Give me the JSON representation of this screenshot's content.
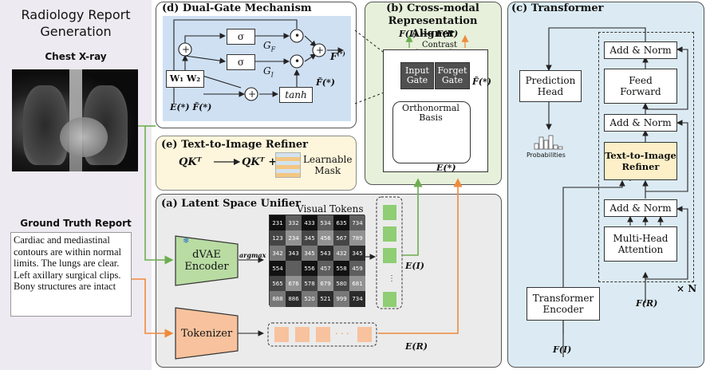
{
  "left": {
    "title_line1": "Radiology Report",
    "title_line2": "Generation",
    "xray_label": "Chest X-ray",
    "gt_label": "Ground Truth Report",
    "gt_text": "Cardiac and mediastinal contours are within normal limits. The lungs are clear. Left axillary surgical clips. Bony structures are intact"
  },
  "panel_d": {
    "title": "(d) Dual-Gate Mechanism",
    "sigma1": "σ",
    "sigma2": "σ",
    "gf": "G",
    "gf_sub": "F",
    "gi": "G",
    "gi_sub": "I",
    "w_label": "W₁ W₂",
    "tanh": "tanh",
    "out_f": "F",
    "out_sup": "(*)",
    "inputs": "E(*) F̃(*)",
    "ftilde": "F̃(*)"
  },
  "panel_e": {
    "title": "(e) Text-to-Image Refiner",
    "formula_left": "QKᵀ",
    "formula_right": "QKᵀ +",
    "mask_label1": "Learnable",
    "mask_label2": "Mask"
  },
  "panel_b": {
    "title1": "(b) Cross-modal",
    "title2": "Representation Aligner",
    "fi": "F(I)",
    "arrow": "⟷",
    "fr": "F(R)",
    "contrast": "Contrast",
    "input_gate1": "Input",
    "input_gate2": "Gate",
    "forget_gate1": "Forget",
    "forget_gate2": "Gate",
    "ftilde": "F̃(*)",
    "ortho1": "Orthonormal",
    "ortho2": "Basis",
    "e_in": "E(*)"
  },
  "panel_a": {
    "title": "(a) Latent Space Unifier",
    "visual_tokens": "Visual Tokens",
    "dvae1": "dVAE",
    "dvae2": "Encoder",
    "argmax": "argmax",
    "tokenizer": "Tokenizer",
    "ei": "E(I)",
    "er": "E(R)",
    "dots": "· · ·",
    "tokens": [
      [
        "231",
        "332",
        "433",
        "534",
        "635",
        "734"
      ],
      [
        "123",
        "234",
        "345",
        "456",
        "567",
        "789"
      ],
      [
        "342",
        "343",
        "345",
        "543",
        "432",
        "345"
      ],
      [
        "554",
        "",
        "556",
        "457",
        "558",
        "459"
      ],
      [
        "565",
        "676",
        "578",
        "679",
        "580",
        "681"
      ],
      [
        "888",
        "886",
        "520",
        "521",
        "999",
        "734"
      ]
    ]
  },
  "panel_c": {
    "title": "(c) Transformer",
    "add_norm": "Add & Norm",
    "feed1": "Feed",
    "feed2": "Forward",
    "refiner1": "Text-to-Image",
    "refiner2": "Refiner",
    "mha1": "Multi-Head",
    "mha2": "Attention",
    "pred1": "Prediction",
    "pred2": "Head",
    "probabilities": "Probabilities",
    "enc1": "Transformer",
    "enc2": "Encoder",
    "times_n": "× N",
    "fr": "F(R)",
    "fi": "F(I)"
  },
  "colors": {
    "panel_d_bg": "#cfe0f3",
    "panel_e_bg": "#fdf6dc",
    "panel_b_bg": "#e6f0da",
    "panel_a_bg": "#ebebeb",
    "panel_c_bg": "#dcebf3",
    "green": "#6cae4f",
    "orange": "#f08a3c",
    "dvae": "#b9dca3",
    "tokenizer": "#f7c29d"
  }
}
